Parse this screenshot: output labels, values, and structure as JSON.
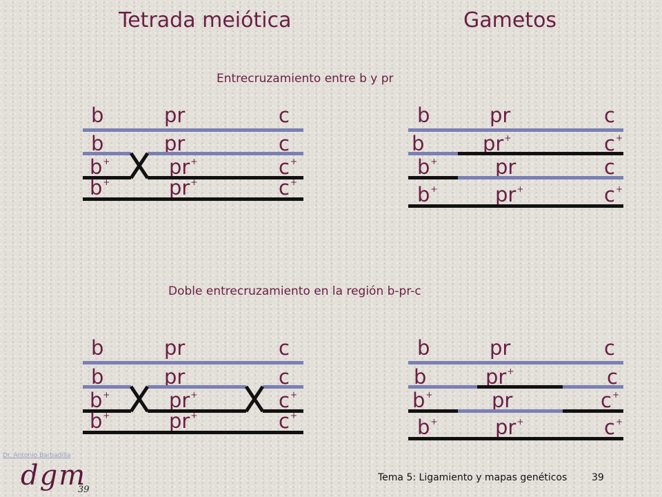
{
  "headings": {
    "left": "Tetrada meiótica",
    "right": "Gametos"
  },
  "subtitles": {
    "top": "Entrecruzamiento entre b y pr",
    "bottom": "Doble entrecruzamiento en la región b-pr-c"
  },
  "alleles": {
    "b": "b",
    "pr": "pr",
    "c": "c",
    "plus": "+"
  },
  "footer": {
    "text": "Tema 5: Ligamiento y mapas genéticos",
    "page": "39"
  },
  "logo": {
    "link": "Dr. Antonio Barbadilla",
    "mark": "dgm",
    "number": "39"
  },
  "colors": {
    "blue": "#7a80b4",
    "black": "#111111",
    "text": "#6a1f45"
  }
}
